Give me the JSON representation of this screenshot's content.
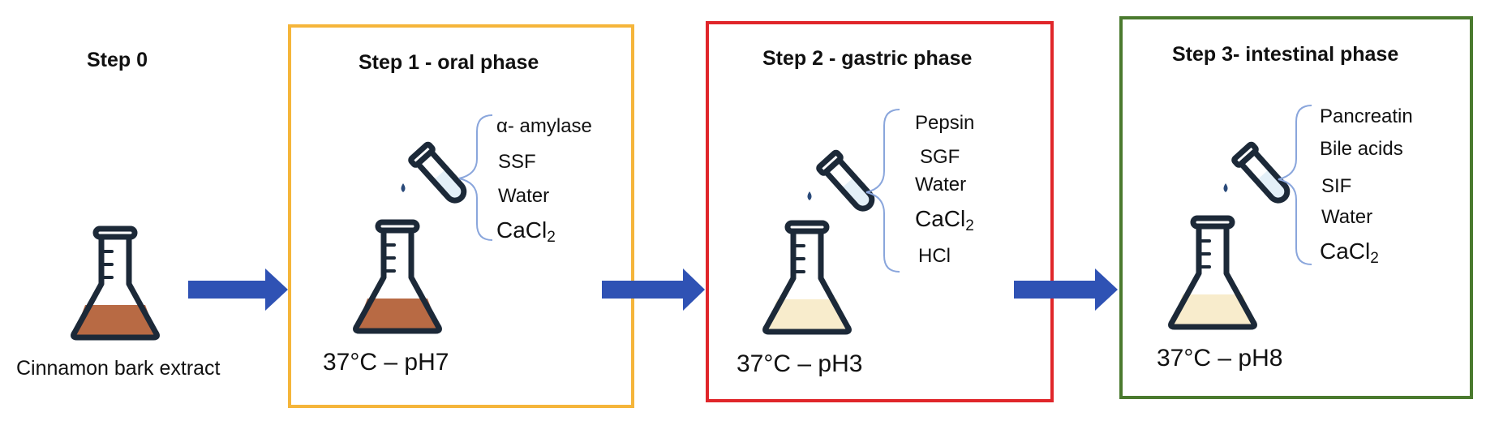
{
  "colors": {
    "step1_border": "#f5b53a",
    "step2_border": "#e0262a",
    "step3_border": "#4a7a2e",
    "arrow": "#2f52b4",
    "brace": "#8aa6dc",
    "extract_fill": "#b86a44",
    "pale_fill": "#f8eccc",
    "glass_outline": "#1c2938",
    "tube_liquid": "#e4f0f8",
    "drop": "#2a4a7a"
  },
  "icons": {
    "flask": "erlenmeyer-flask-icon",
    "tube": "test-tube-icon",
    "arrow": "right-arrow-icon",
    "brace": "curly-brace-icon"
  },
  "step0": {
    "title": "Step 0",
    "caption": "Cinnamon bark extract"
  },
  "step1": {
    "title": "Step 1 - oral phase",
    "reagents": [
      "α- amylase",
      "SSF",
      "Water"
    ],
    "cacl2": {
      "base": "CaCl",
      "sub": "2"
    },
    "conditions": "37°C – pH7"
  },
  "step2": {
    "title": "Step 2 - gastric phase",
    "reagents_before": [
      "Pepsin",
      "SGF",
      "Water"
    ],
    "cacl2": {
      "base": "CaCl",
      "sub": "2"
    },
    "reagents_after": [
      "HCl"
    ],
    "conditions": "37°C – pH3"
  },
  "step3": {
    "title": "Step 3- intestinal phase",
    "reagents": [
      "Pancreatin",
      "Bile acids",
      "SIF",
      "Water"
    ],
    "cacl2": {
      "base": "CaCl",
      "sub": "2"
    },
    "conditions": "37°C – pH8"
  }
}
